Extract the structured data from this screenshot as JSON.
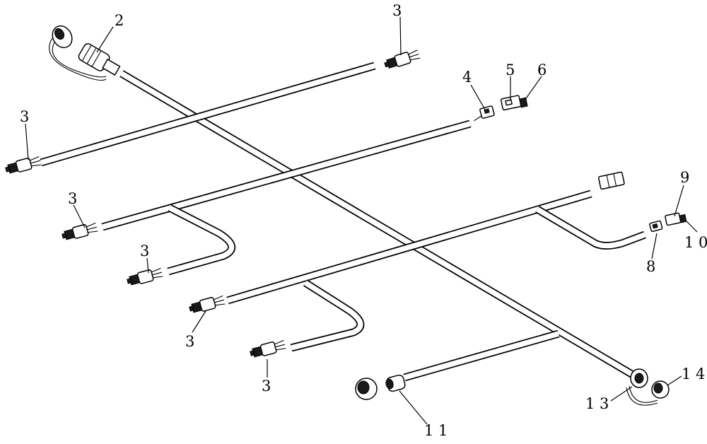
{
  "callouts": {
    "c2": "2",
    "c3_top": "3",
    "c3_left_upper": "3",
    "c3_left_mid": "3",
    "c3_branch_upper": "3",
    "c3_lower_left": "3",
    "c3_branch_lower": "3",
    "c4": "4",
    "c5": "5",
    "c6": "6",
    "c8": "8",
    "c9": "9",
    "c10": "1 0",
    "c11": "1 1",
    "c13": "1 3",
    "c14": "1 4"
  },
  "icons": {
    "connector": "plug-connector-icon",
    "round_plug": "round-plug-icon",
    "cap": "protective-cap-icon"
  }
}
